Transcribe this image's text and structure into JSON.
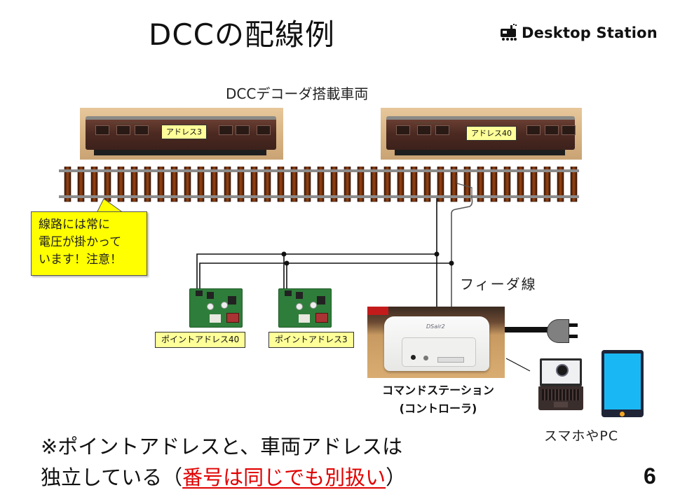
{
  "slide": {
    "title": "DCCの配線例",
    "brand": "Desktop Station",
    "brand_icon": "locomotive-icon",
    "page_number": "6"
  },
  "vehicles": {
    "caption": "DCCデコーダ搭載車両",
    "items": [
      {
        "address_label": "アドレス3"
      },
      {
        "address_label": "アドレス40"
      }
    ]
  },
  "warning_callout": {
    "lines": [
      "線路には常に",
      "電圧が掛かって",
      "います！注意！"
    ],
    "background": "#ffff00"
  },
  "feeder": {
    "label": "フィーダ線"
  },
  "point_decoders": [
    {
      "label": "ポイントアドレス40"
    },
    {
      "label": "ポイントアドレス3"
    }
  ],
  "command_station": {
    "label_line1": "コマンドステーション",
    "label_line2": "(コントローラ)"
  },
  "devices": {
    "label": "スマホやPC",
    "icons": [
      "laptop-icon",
      "tablet-icon",
      "power-plug-icon"
    ]
  },
  "note": {
    "prefix": "※ポイントアドレスと、車両アドレスは",
    "line2_start": "独立している（",
    "highlight": "番号は同じでも別扱い",
    "line2_end": "）",
    "highlight_color": "#e00000"
  },
  "colors": {
    "tag_background": "#ffff99",
    "rail": "#8c8c8c",
    "sleeper": "#8b3a10",
    "tablet_screen": "#19b8f5"
  }
}
